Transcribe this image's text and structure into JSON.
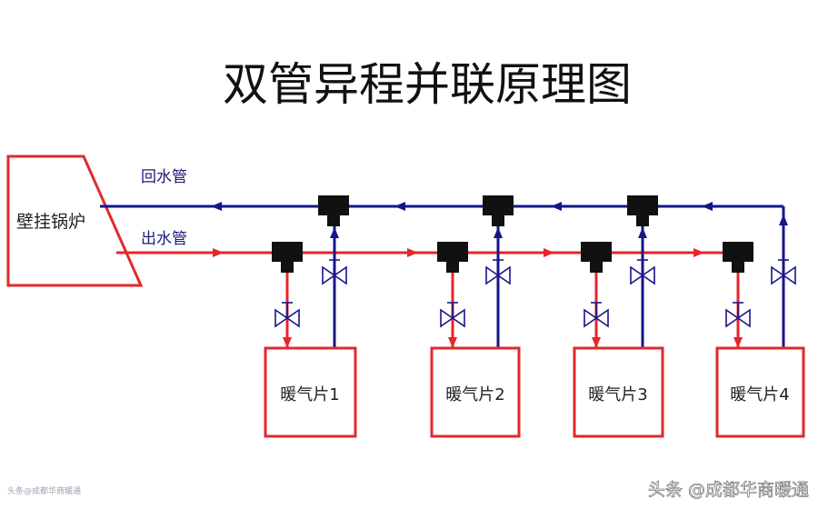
{
  "title": "双管异程并联原理图",
  "labels": {
    "return_pipe": "回水管",
    "supply_pipe": "出水管",
    "boiler": "壁挂锅炉"
  },
  "radiators": [
    {
      "name": "暖气片1"
    },
    {
      "name": "暖气片2"
    },
    {
      "name": "暖气片3"
    },
    {
      "name": "暖气片4"
    }
  ],
  "watermark": {
    "main": "头条 @成都华商暖通",
    "small": "头条@成都华商暖通"
  },
  "colors": {
    "supply": "#e8242b",
    "return": "#16168a",
    "outline": "#e02a2a",
    "fitting": "#111111"
  }
}
